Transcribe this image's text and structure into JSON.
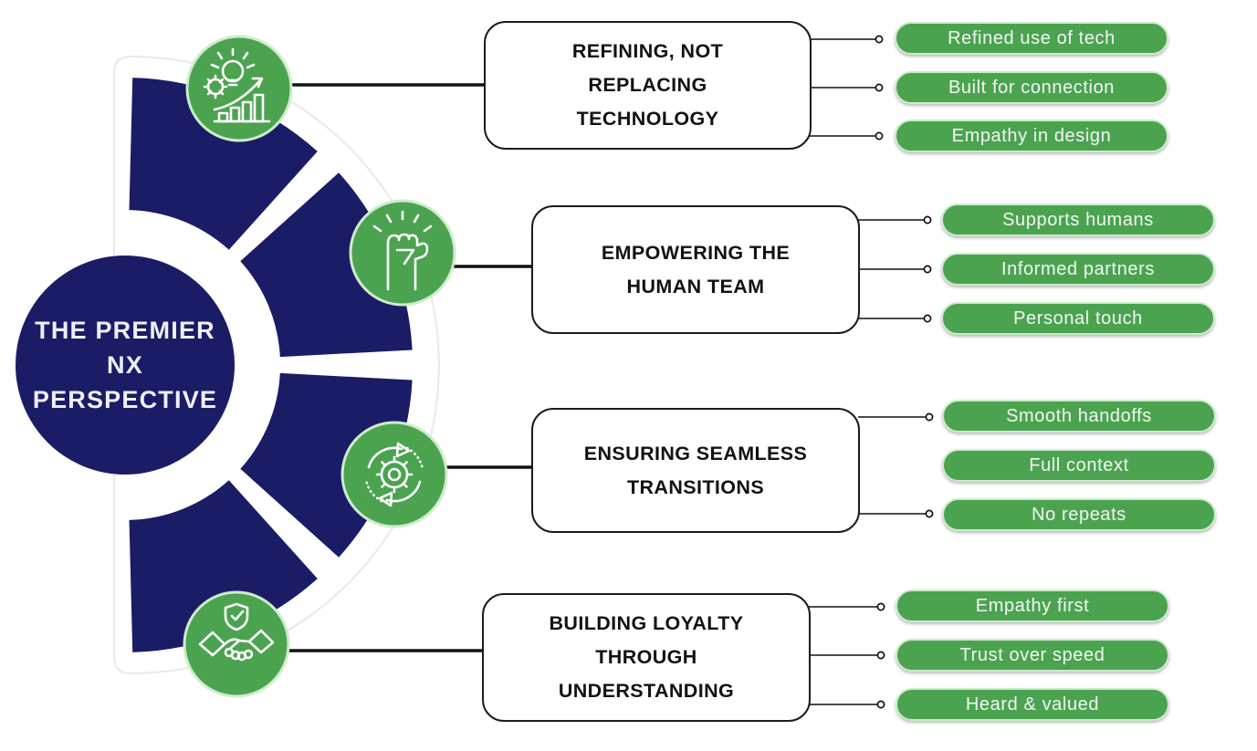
{
  "colors": {
    "navy": "#1b1c66",
    "green": "#4ba350",
    "green_light": "#cdeccd",
    "line": "#111111",
    "pill_text": "#f2f8f2",
    "outline": "#e9e9e6",
    "box_text": "#121212"
  },
  "center": {
    "title": "THE PREMIER NX PERSPECTIVE",
    "lines": [
      "THE PREMIER",
      "NX",
      "PERSPECTIVE"
    ]
  },
  "groups": [
    {
      "icon": "innovation-growth-icon",
      "title": "REFINING, NOT REPLACING TECHNOLOGY",
      "title_lines": [
        "REFINING, NOT",
        "REPLACING",
        "TECHNOLOGY"
      ],
      "pills": [
        "Refined use of tech",
        "Built for connection",
        "Empathy in design"
      ]
    },
    {
      "icon": "raised-fist-icon",
      "title": "EMPOWERING THE HUMAN TEAM",
      "title_lines": [
        "EMPOWERING THE",
        "HUMAN TEAM"
      ],
      "pills": [
        "Supports humans",
        "Informed partners",
        "Personal touch"
      ]
    },
    {
      "icon": "gear-cycle-icon",
      "title": "ENSURING SEAMLESS TRANSITIONS",
      "title_lines": [
        "ENSURING SEAMLESS",
        "TRANSITIONS"
      ],
      "pills": [
        "Smooth handoffs",
        "Full context",
        "No repeats"
      ]
    },
    {
      "icon": "handshake-shield-icon",
      "title": "BUILDING LOYALTY THROUGH UNDERSTANDING",
      "title_lines": [
        "BUILDING LOYALTY",
        "THROUGH",
        "UNDERSTANDING"
      ],
      "pills": [
        "Empathy first",
        "Trust over speed",
        "Heard & valued"
      ]
    }
  ]
}
